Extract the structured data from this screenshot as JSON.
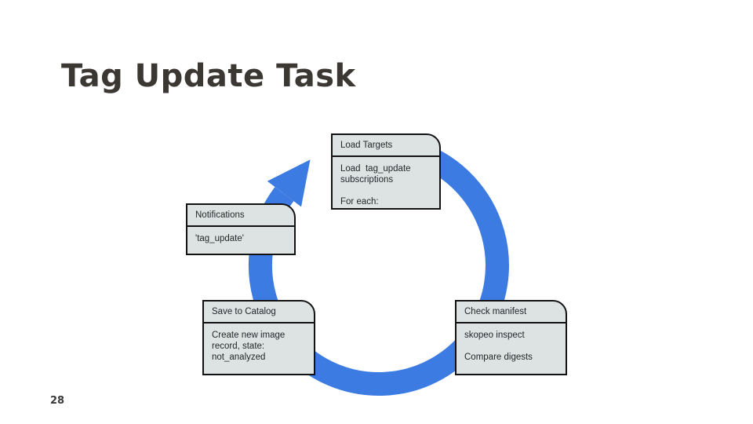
{
  "slide": {
    "title": "Tag Update Task",
    "page_number": "28",
    "background_color": "#ffffff",
    "title_color": "#3b3733"
  },
  "diagram": {
    "type": "cycle",
    "direction": "clockwise",
    "arrow_color": "#3c7be2",
    "node_fill_color": "#dde2e3",
    "node_border_color": "#121212",
    "nodes": [
      {
        "title": "Load Targets",
        "body": "Load  tag_update\nsubscriptions\n\nFor each:",
        "position": "top"
      },
      {
        "title": "Check manifest",
        "body": "skopeo inspect\n\nCompare digests",
        "position": "right"
      },
      {
        "title": "Save to Catalog",
        "body": "Create new image\nrecord, state:\nnot_analyzed",
        "position": "bottom-left"
      },
      {
        "title": "Notifications",
        "body": "'tag_update'",
        "position": "left"
      }
    ]
  }
}
